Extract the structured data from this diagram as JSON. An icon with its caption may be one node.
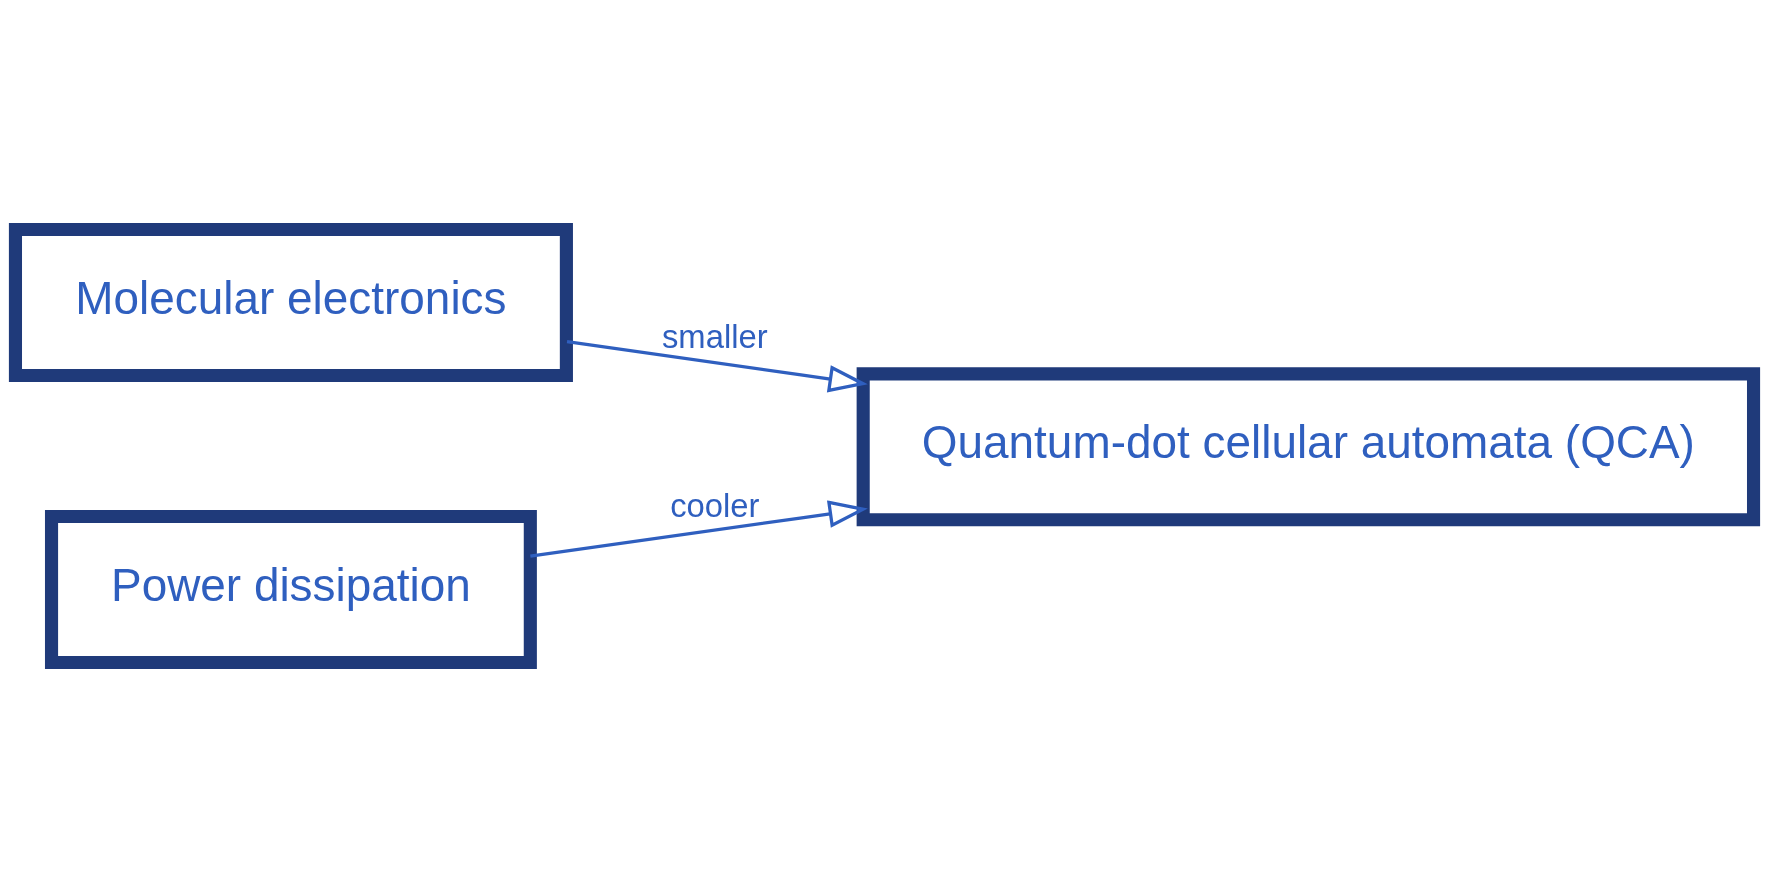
{
  "diagram": {
    "nodes": [
      {
        "text": [
          "Molecular electronics"
        ]
      },
      {
        "text": [
          "Quantum-dot cellular automata (QCA)"
        ]
      },
      {
        "text": [
          "Power dissipation"
        ]
      }
    ],
    "edges": [
      {
        "from": 0,
        "to": 1,
        "arrow": "to",
        "label": "smaller"
      },
      {
        "from": 2,
        "to": 1,
        "arrow": "to",
        "label": "cooler"
      }
    ]
  }
}
